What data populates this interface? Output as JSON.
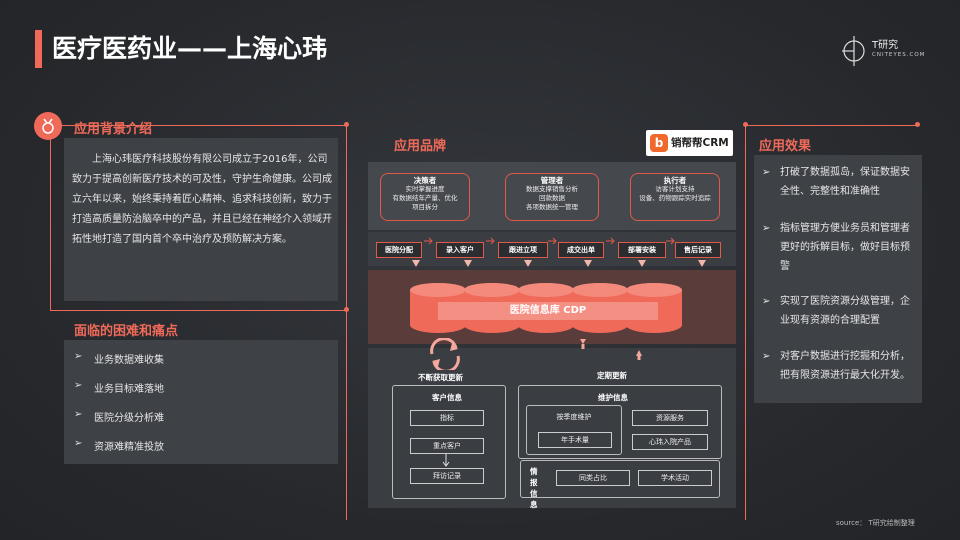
{
  "title": "医疗医药业——上海心玮",
  "logo": {
    "name": "T研究",
    "sub": "CNITEYES.COM"
  },
  "background": {
    "title": "应用背景介绍",
    "text": "上海心玮医疗科技股份有限公司成立于2016年，公司致力于提高创新医疗技术的可及性，守护生命健康。公司成立六年以来，始终秉持着匠心精神、追求科技创新，致力于打造高质量防治脑卒中的产品，并且已经在神经介入领域开拓性地打造了国内首个卒中治疗及预防解决方案。"
  },
  "pain": {
    "title": "面临的困难和痛点",
    "items": [
      "业务数据难收集",
      "业务目标难落地",
      "医院分级分析难",
      "资源难精准投放"
    ]
  },
  "brand": {
    "title": "应用品牌",
    "name": "销帮帮CRM",
    "icon": "b"
  },
  "roles": [
    {
      "name": "决策者",
      "desc": [
        "实时掌握进度",
        "有数据结年产量、优化",
        "项目拆分"
      ]
    },
    {
      "name": "管理者",
      "desc": [
        "数据支撑销售分析",
        "回款数据",
        "各项数据统一管理"
      ]
    },
    {
      "name": "执行者",
      "desc": [
        "访客计划支持",
        "设备、药物跟踪实时追踪"
      ]
    }
  ],
  "steps": [
    "医院分配",
    "录入客户",
    "跟进立项",
    "成交出单",
    "部署安装",
    "售后记录"
  ],
  "cdp": "医院信息库 CDP",
  "cycle": {
    "left": "不断获取更新",
    "right": "定期更新"
  },
  "customer": {
    "title": "客户信息",
    "items": [
      "指标",
      "重点客户",
      "拜访记录"
    ]
  },
  "maintain": {
    "title": "维护信息",
    "items": [
      "按季度维护",
      "年手术量",
      "资源服务",
      "心玮入院产品"
    ],
    "sub_label": "情报信息",
    "sub_items": [
      "同类占比",
      "学术活动"
    ]
  },
  "effect": {
    "title": "应用效果",
    "items": [
      "打破了数据孤岛，保证数据安全性、完整性和准确性",
      "指标管理方便业务员和管理者更好的拆解目标，做好目标预警",
      "实现了医院资源分级管理，企业现有资源的合理配置",
      "对客户数据进行挖掘和分析，把有限资源进行最大化开发。"
    ]
  },
  "source": "source： T研究绘制整理",
  "colors": {
    "accent": "#f06a5a",
    "panel": "#3e4146",
    "background": "#25272b"
  }
}
